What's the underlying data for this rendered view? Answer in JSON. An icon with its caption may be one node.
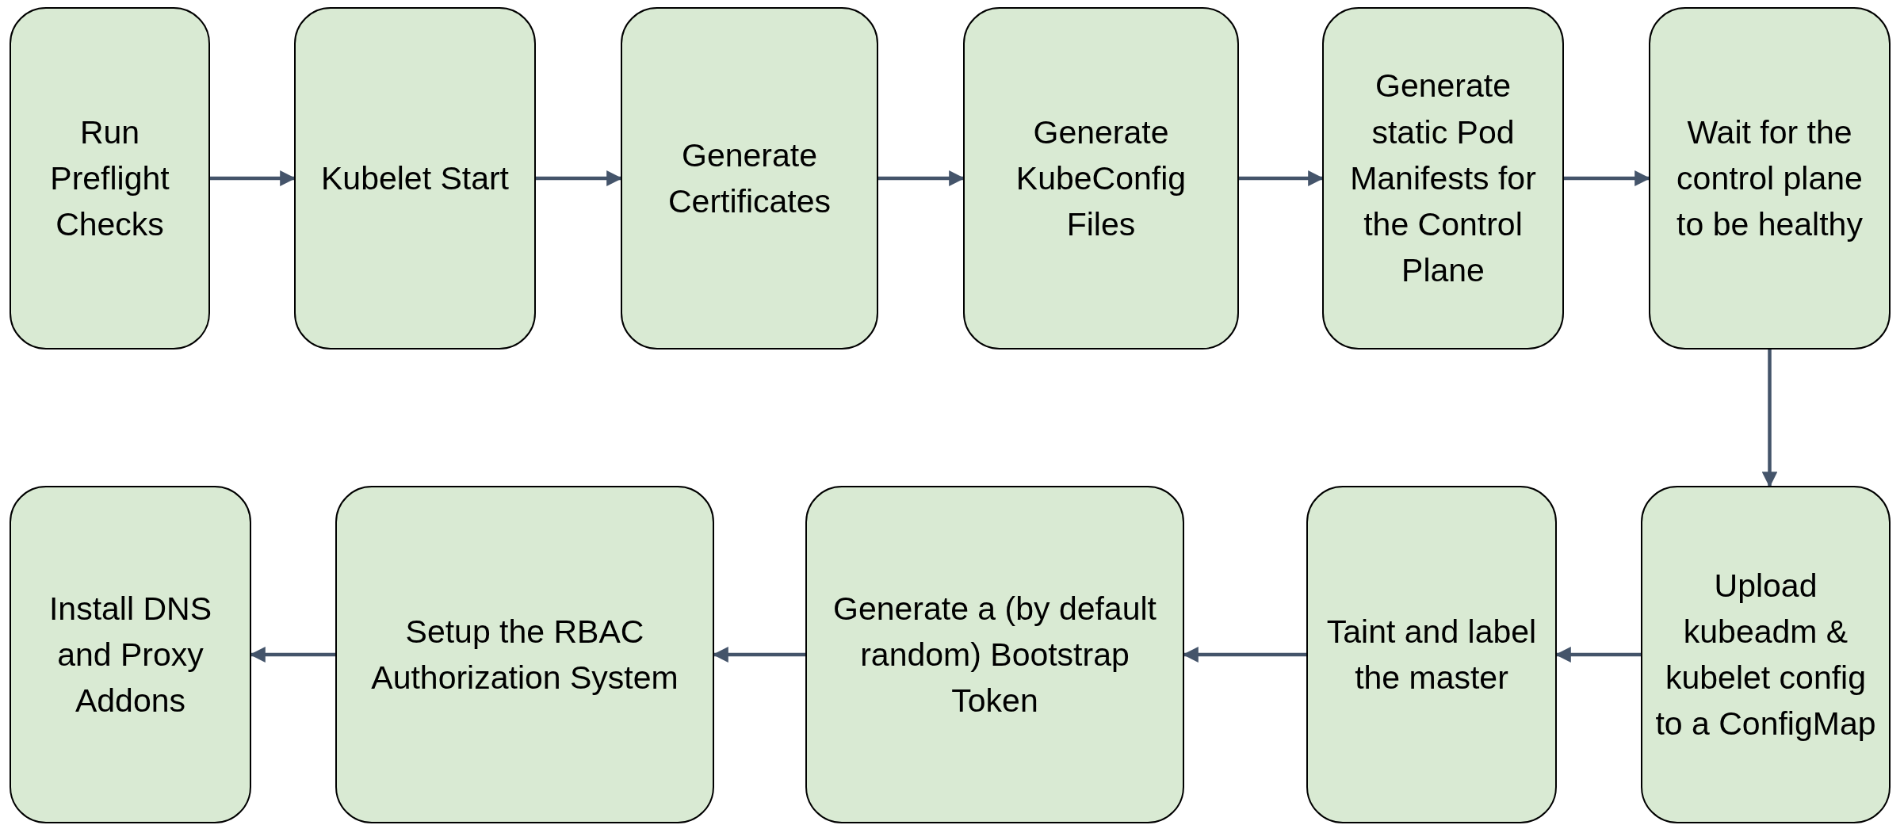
{
  "diagram": {
    "nodes": [
      {
        "text": [
          "Run Preflight Checks"
        ]
      },
      {
        "text": [
          "Kubelet Start"
        ]
      },
      {
        "text": [
          "Generate Certificates"
        ]
      },
      {
        "text": [
          "Generate KubeConfig Files"
        ]
      },
      {
        "text": [
          "Generate static Pod Manifests for the Control Plane"
        ]
      },
      {
        "text": [
          "Wait for the control plane to be healthy"
        ]
      },
      {
        "text": [
          "Upload kubeadm & kubelet config to a ConfigMap"
        ]
      },
      {
        "text": [
          "Taint and label the master"
        ]
      },
      {
        "text": [
          "Generate a (by default random) Bootstrap Token"
        ]
      },
      {
        "text": [
          "Setup the RBAC Authorization System"
        ]
      },
      {
        "text": [
          "Install DNS and Proxy Addons"
        ]
      }
    ],
    "edges": [
      {
        "from": 0,
        "to": 1,
        "arrow": "to"
      },
      {
        "from": 1,
        "to": 2,
        "arrow": "to"
      },
      {
        "from": 2,
        "to": 3,
        "arrow": "to"
      },
      {
        "from": 3,
        "to": 4,
        "arrow": "to"
      },
      {
        "from": 4,
        "to": 5,
        "arrow": "to"
      },
      {
        "from": 5,
        "to": 6,
        "arrow": "to"
      },
      {
        "from": 6,
        "to": 7,
        "arrow": "to"
      },
      {
        "from": 7,
        "to": 8,
        "arrow": "to"
      },
      {
        "from": 8,
        "to": 9,
        "arrow": "to"
      },
      {
        "from": 9,
        "to": 10,
        "arrow": "to"
      }
    ]
  }
}
